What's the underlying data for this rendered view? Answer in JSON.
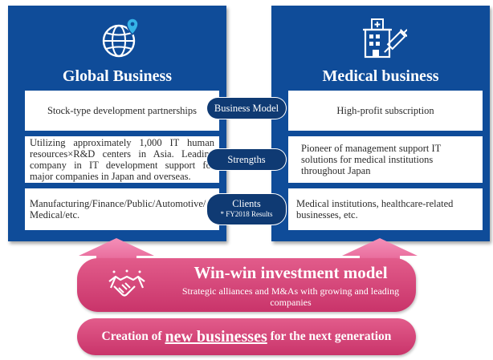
{
  "left": {
    "title": "Global Business",
    "business_model": "Stock-type development partnerships",
    "strengths": "Utilizing approximately 1,000 IT human resources×R&D centers in Asia. Leading company in IT development support for major companies in Japan and overseas.",
    "clients": "Manufacturing/Finance/Public/Automotive/ Medical/etc."
  },
  "right": {
    "title": "Medical business",
    "business_model": "High-profit subscription",
    "strengths": "Pioneer of management support IT solutions for medical institutions throughout Japan",
    "clients": "Medical institutions, healthcare-related businesses, etc."
  },
  "labels": {
    "business_model": "Business Model",
    "strengths": "Strengths",
    "clients": "Clients",
    "clients_note": "* FY2018 Results"
  },
  "band": {
    "title": "Win-win investment model",
    "subtitle": "Strategic alliances and M&As with growing and leading companies"
  },
  "creation": {
    "prefix": "Creation of",
    "emphasis": "new businesses",
    "suffix": "for the next generation"
  },
  "colors": {
    "panel_blue": "#0f4c99",
    "label_navy": "#0f3a73",
    "pink": "#d6417a",
    "pin_accent": "#35b3e8"
  },
  "icons": [
    "globe-pin-icon",
    "hospital-syringe-icon",
    "handshake-icon"
  ]
}
